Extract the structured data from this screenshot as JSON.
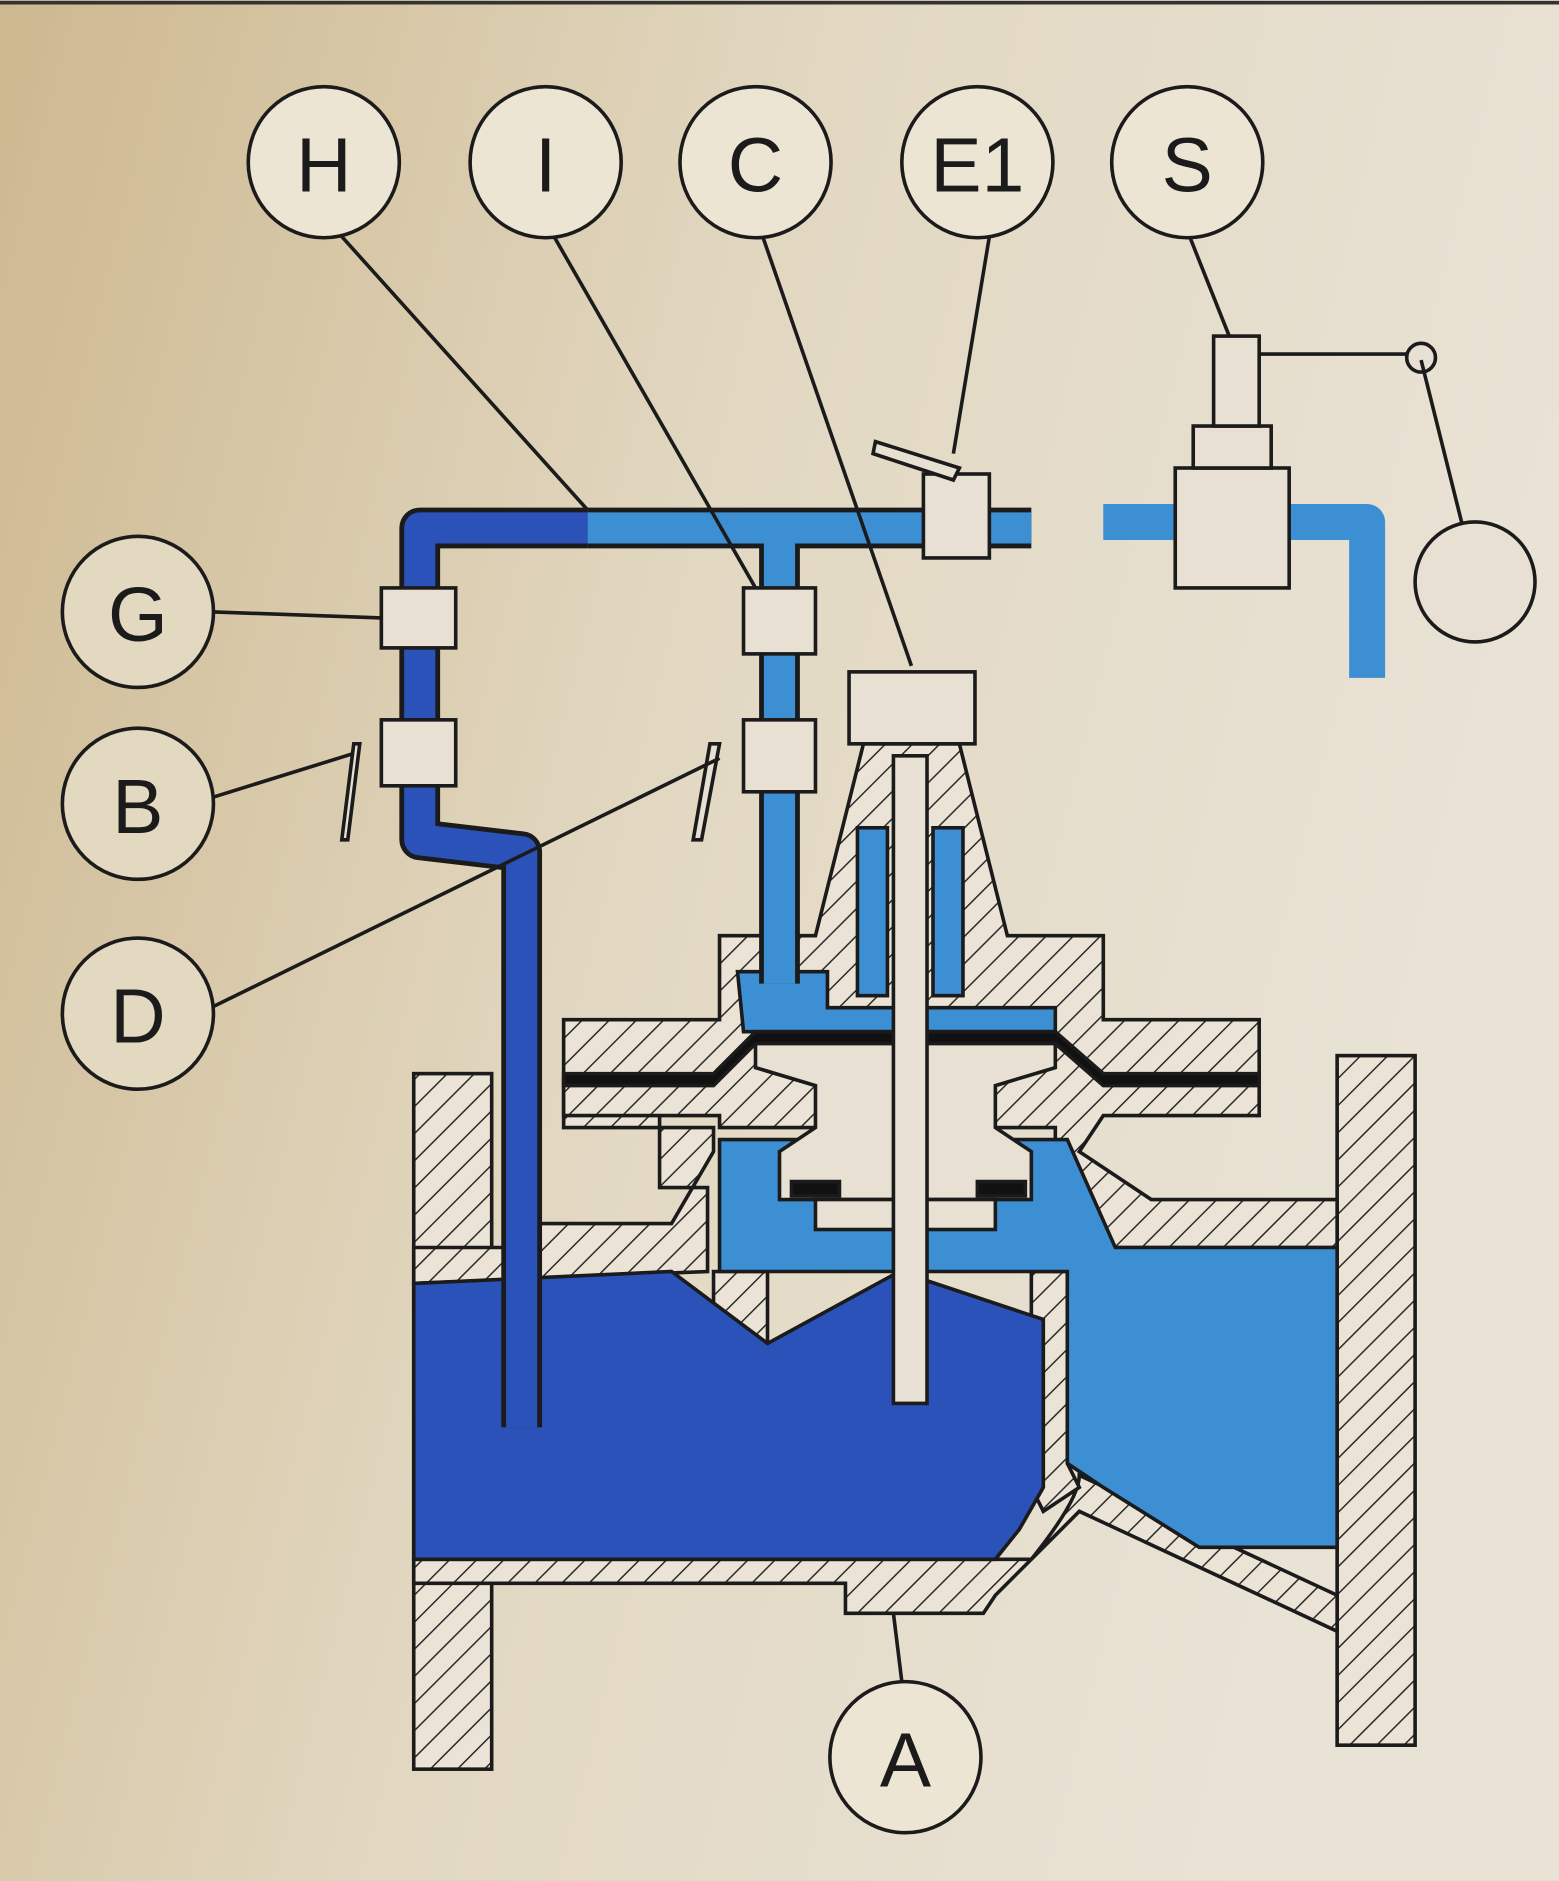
{
  "diagram": {
    "labels": {
      "H": "H",
      "I": "I",
      "C": "C",
      "E1": "E1",
      "S": "S",
      "G": "G",
      "B": "B",
      "D": "D",
      "A": "A"
    },
    "colors": {
      "background": "#ddd0b4",
      "dark_water": "#2a52b8",
      "light_water": "#3d8fd4",
      "hatch_body": "#e8dfd0",
      "outline": "#1b1b1b"
    }
  }
}
